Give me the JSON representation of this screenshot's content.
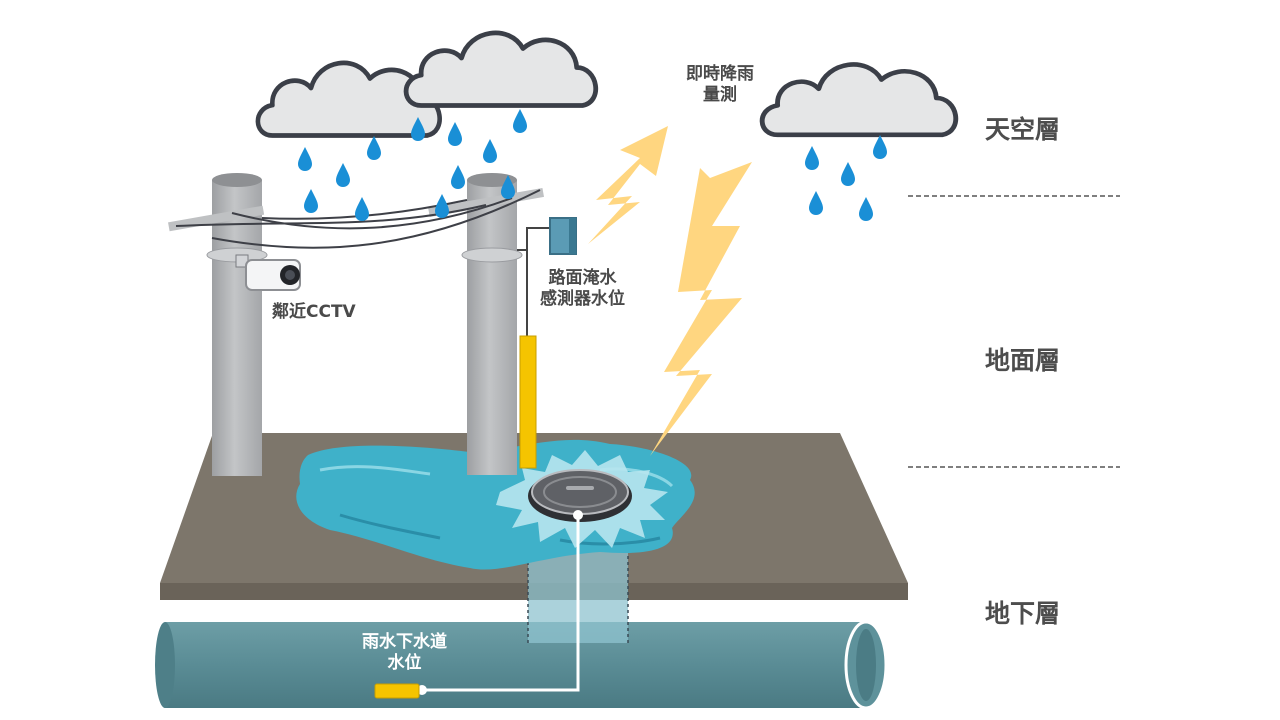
{
  "labels": {
    "rain_gauge": [
      "即時降雨",
      "量測"
    ],
    "surface_sensor": [
      "路面淹水",
      "感測器水位"
    ],
    "cctv": "鄰近CCTV",
    "sewer_level": [
      "雨水下水道",
      "水位"
    ]
  },
  "layers": {
    "sky": "天空層",
    "ground": "地面層",
    "underground": "地下層"
  },
  "colors": {
    "ground": "#7d766b",
    "ground_edge": "#6a6359",
    "pole": "#b4b6b8",
    "water": "#3fb1c9",
    "water_dark": "#2a8ea8",
    "pipe": "#5a8c95",
    "cloud": "#e5e6e7",
    "cloud_outline": "#3b3f48",
    "raindrop": "#1a8fd6",
    "lightning": "#ffd680",
    "sensor_yellow": "#f5c400",
    "sensor_box": "#5b9bb5",
    "manhole": "#5f6166"
  },
  "icons": [
    "cloud-icon",
    "raindrop-icon",
    "lightning-icon",
    "cctv-camera-icon",
    "manhole-icon"
  ]
}
